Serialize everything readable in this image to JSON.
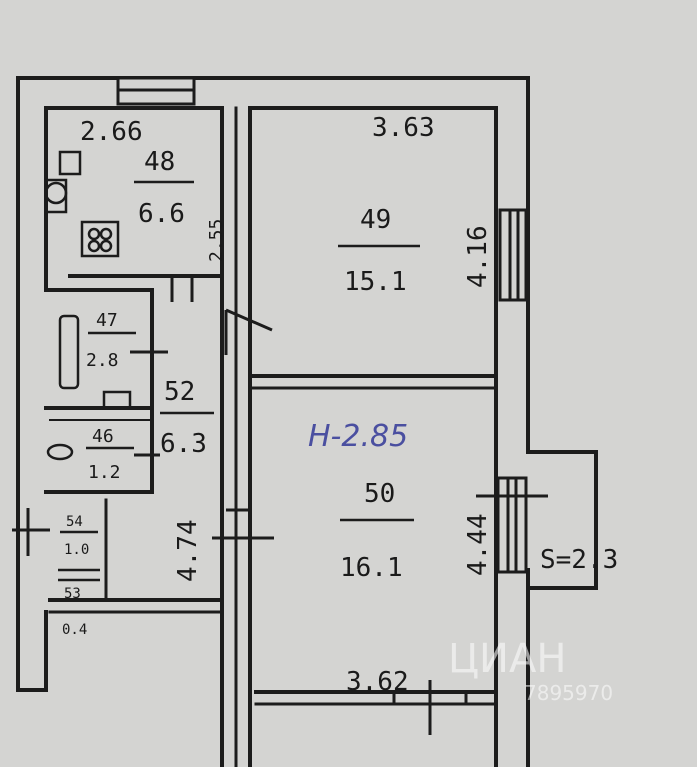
{
  "rooms": {
    "r48": {
      "number": "48",
      "area": "6.6",
      "width": "2.66",
      "length": "2.55"
    },
    "r49": {
      "number": "49",
      "area": "15.1",
      "width": "3.63",
      "length": "4.16"
    },
    "r47": {
      "number": "47",
      "area": "2.8"
    },
    "r52": {
      "number": "52",
      "area": "6.3",
      "length": "4.74"
    },
    "r46": {
      "number": "46",
      "area": "1.2"
    },
    "r54": {
      "number": "54",
      "area": "1.0"
    },
    "r53": {
      "number": "53",
      "area": "0.4"
    },
    "r50": {
      "number": "50",
      "area": "16.1",
      "width": "3.62",
      "length": "4.44"
    }
  },
  "height_note": "H-2.85",
  "balcony": {
    "label": "S=2.3"
  },
  "watermark": {
    "brand": "ЦИАН",
    "code": "7895970"
  },
  "colors": {
    "background": "#d4d4d2",
    "walls": "#1c1c1c",
    "handwriting": "#4a4fa0"
  }
}
